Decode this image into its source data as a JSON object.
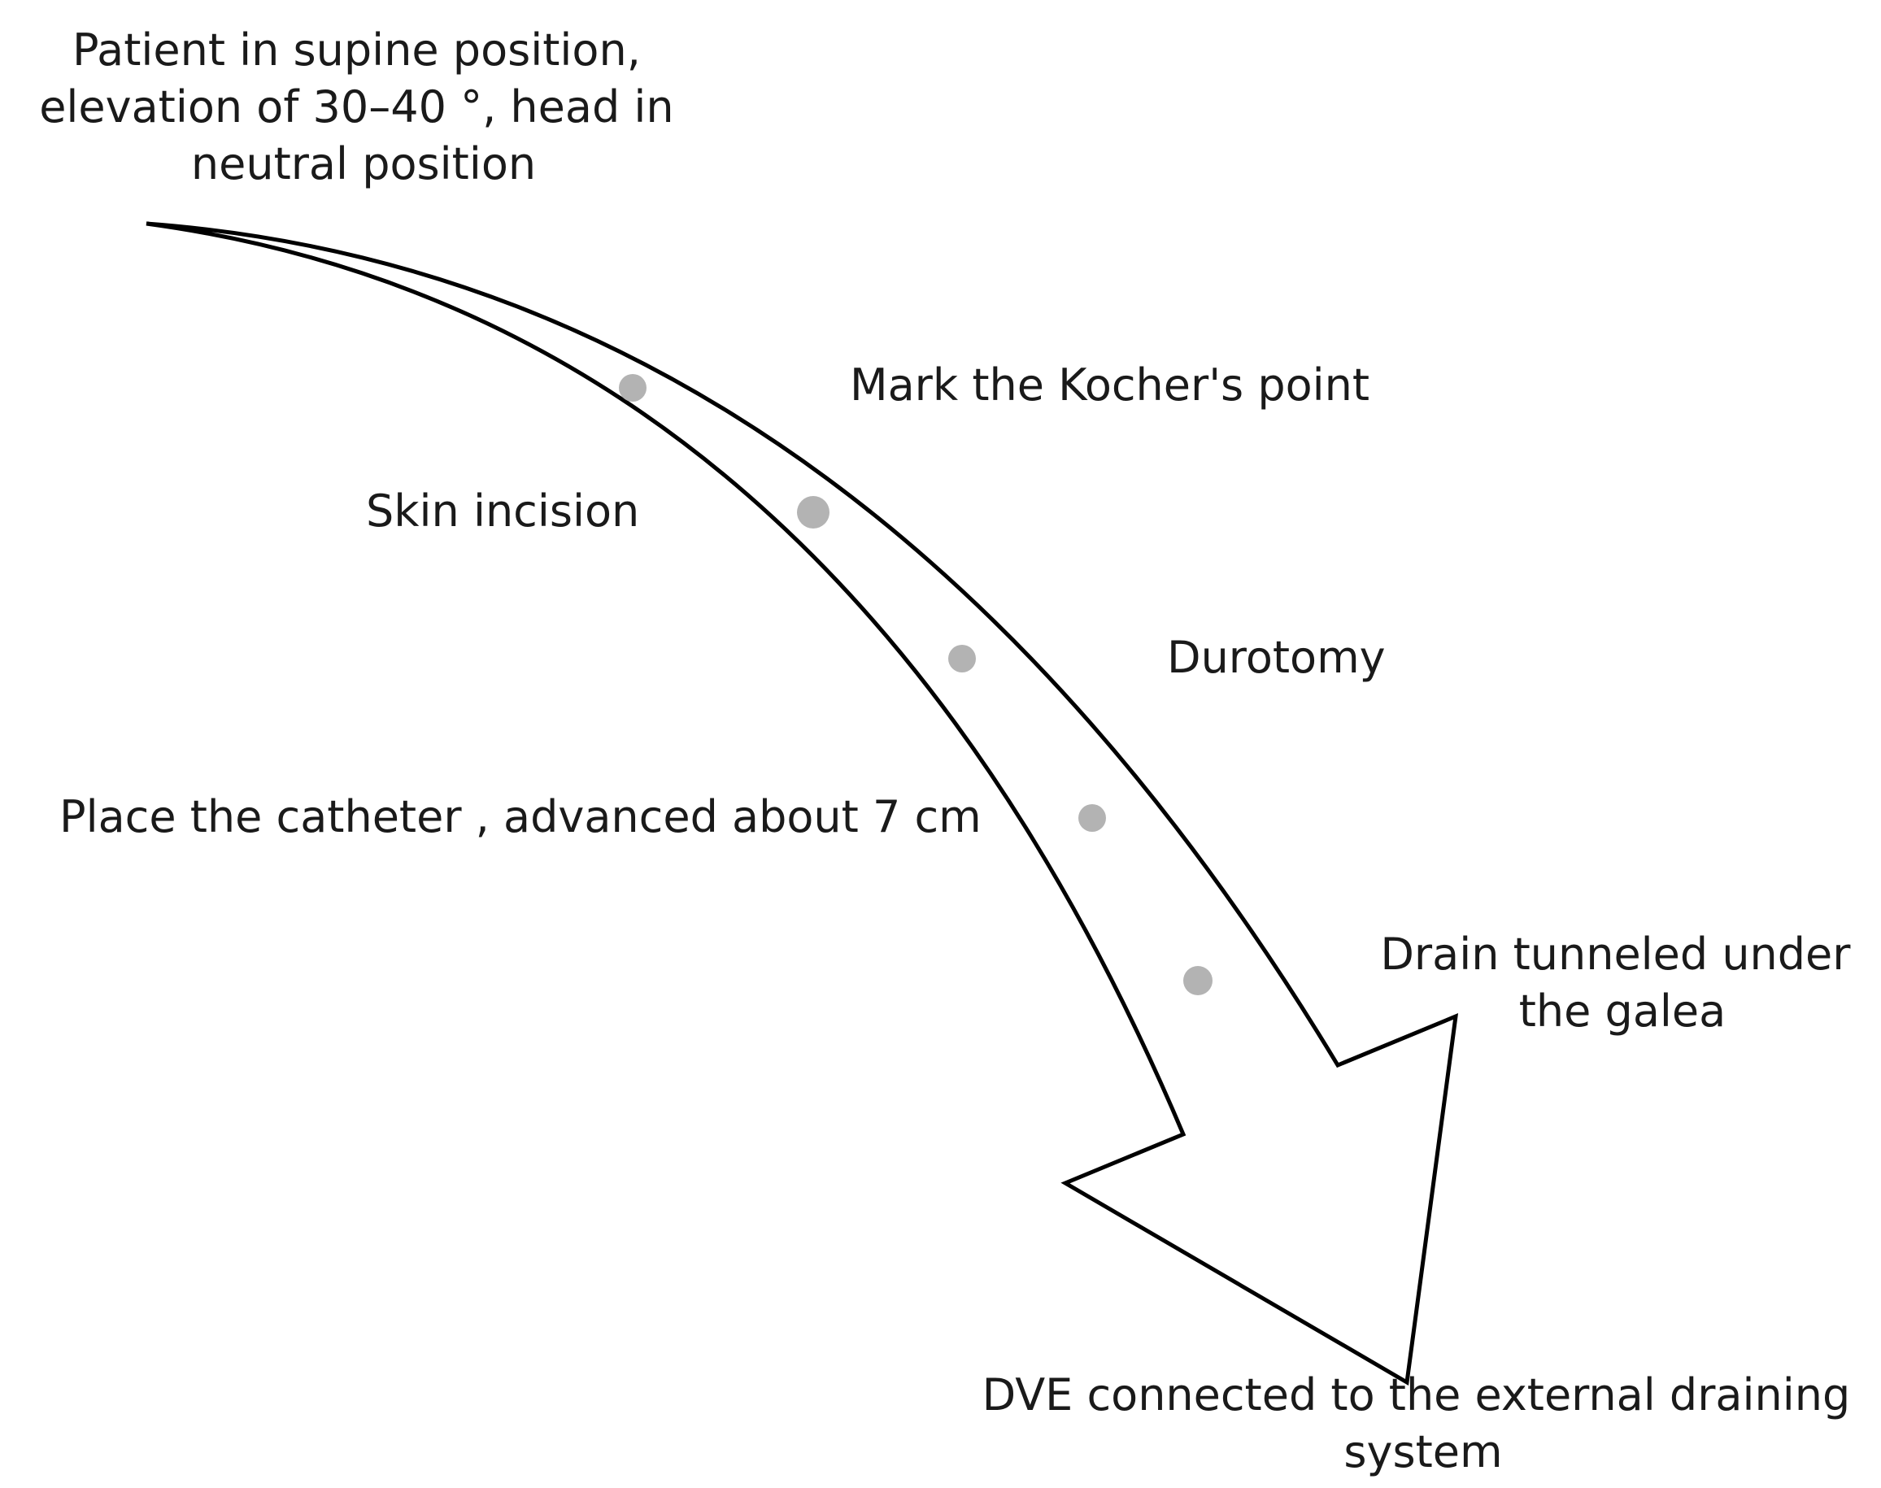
{
  "steps": [
    {
      "lines": [
        "Patient in supine position,",
        "elevation of 30–40 °, head in",
        "neutral position"
      ]
    },
    {
      "lines": [
        "Mark the Kocher's point"
      ]
    },
    {
      "lines": [
        "Skin incision"
      ]
    },
    {
      "lines": [
        "Durotomy"
      ]
    },
    {
      "lines": [
        "Place the catheter , advanced about 7 cm"
      ]
    },
    {
      "lines": [
        "Drain tunneled under",
        "the galea"
      ]
    },
    {
      "lines": [
        "DVE connected to the external draining",
        "system"
      ]
    }
  ],
  "colors": {
    "arrow_outline": "#000000",
    "arrow_fill": "#ffffff",
    "marker_dot": "#b3b3b3",
    "text": "#1a1a1a"
  }
}
